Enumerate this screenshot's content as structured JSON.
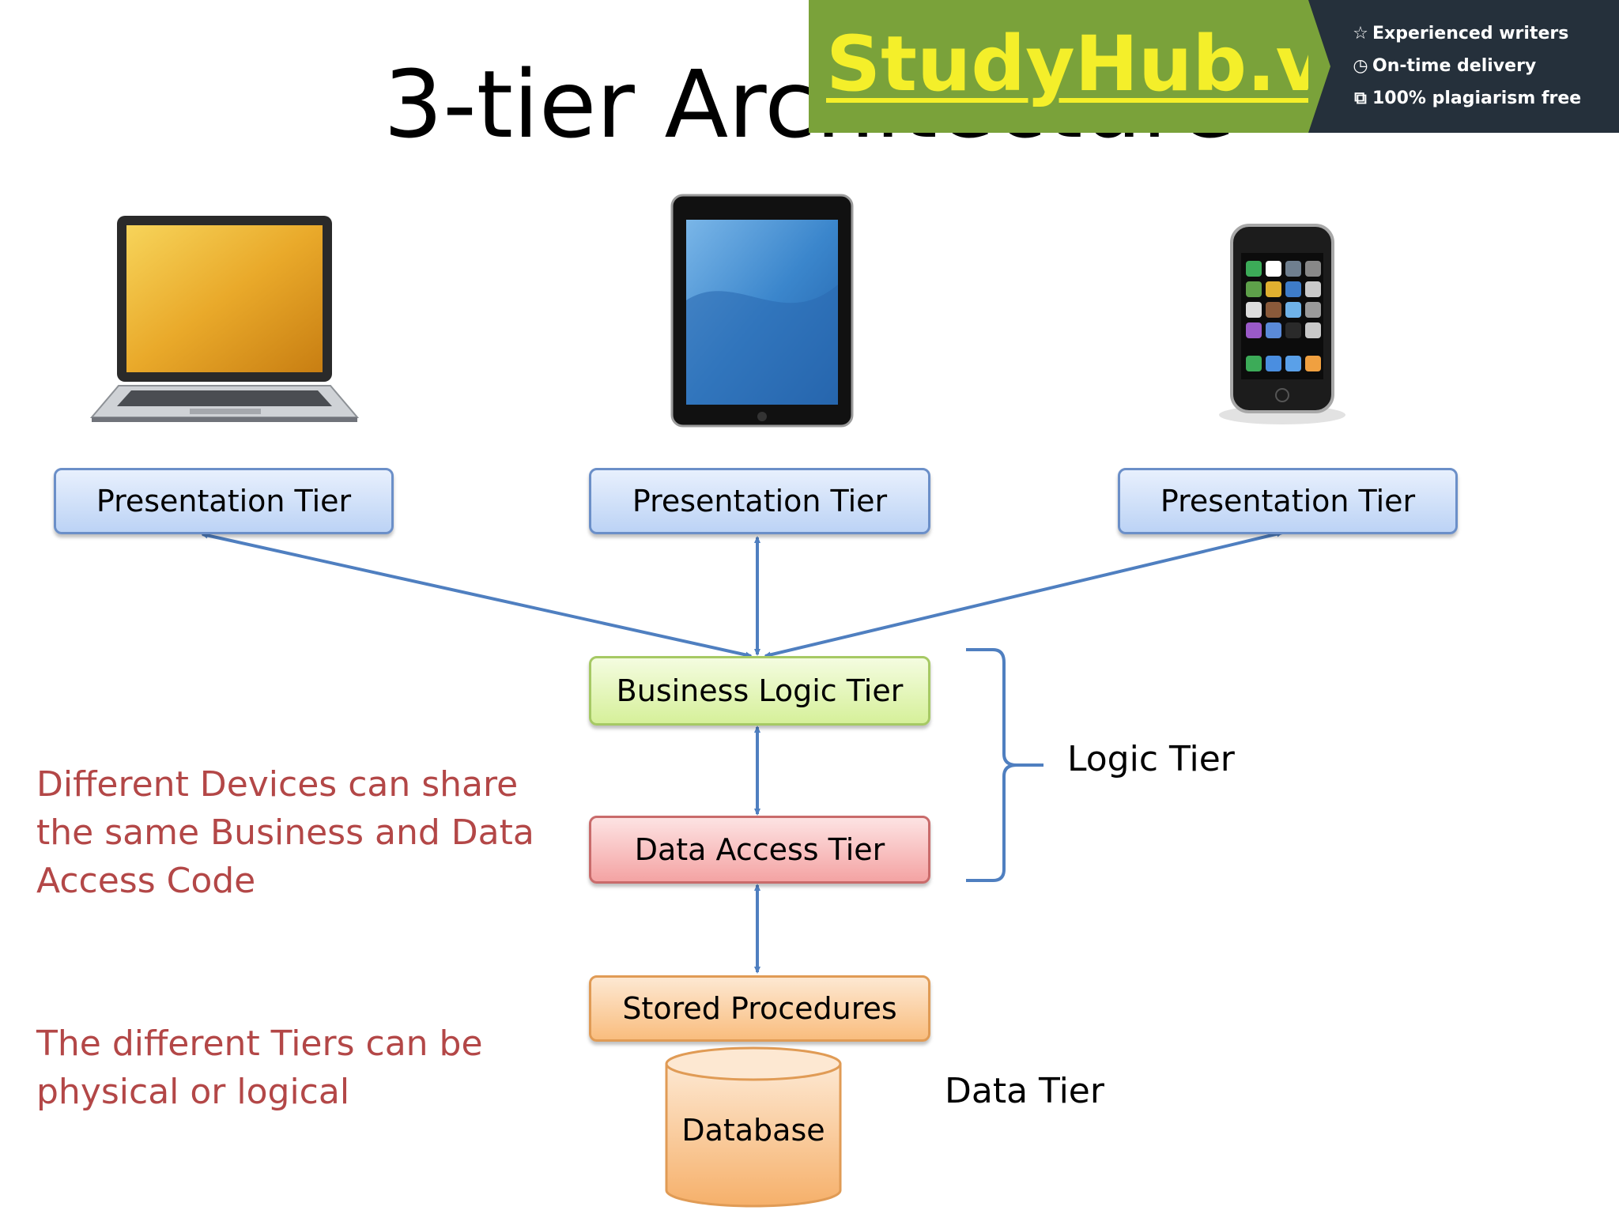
{
  "title": "3-tier Architecture",
  "watermark": {
    "logo": "StudyHub.vip",
    "features": [
      {
        "icon": "star-icon",
        "text": "Experienced writers"
      },
      {
        "icon": "clock-icon",
        "text": "On-time delivery"
      },
      {
        "icon": "copy-icon",
        "text": "100% plagiarism free"
      }
    ],
    "colors": {
      "green": "#7aa23a",
      "dark": "#25303b",
      "logo": "#f4ef2a"
    }
  },
  "devices": [
    {
      "icon": "laptop-icon"
    },
    {
      "icon": "tablet-icon"
    },
    {
      "icon": "smartphone-icon"
    }
  ],
  "presentation_tiers": [
    "Presentation Tier",
    "Presentation Tier",
    "Presentation Tier"
  ],
  "business_logic_tier": "Business Logic Tier",
  "data_access_tier": "Data Access Tier",
  "stored_procedures": "Stored Procedures",
  "database": "Database",
  "logic_tier_label": "Logic Tier",
  "data_tier_label": "Data Tier",
  "notes": {
    "devices_share": [
      "Different Devices can share",
      "the same Business and Data",
      "Access Code"
    ],
    "tiers_physical": [
      "The different Tiers can be",
      "physical or logical"
    ]
  },
  "colors": {
    "arrow": "#4f7fc0",
    "note_text": "#b34747"
  }
}
